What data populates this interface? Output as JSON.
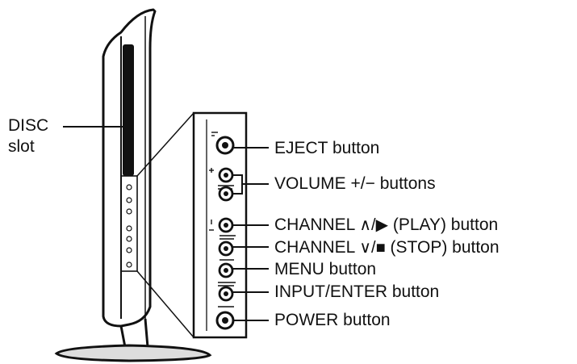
{
  "labels": {
    "disc_slot_line1": "DISC",
    "disc_slot_line2": "slot",
    "eject": "EJECT button",
    "volume": "VOLUME +/− buttons",
    "channel_up_prefix": "CHANNEL ",
    "channel_up_symbol": "∧/▶",
    "channel_up_suffix": " (PLAY) button",
    "channel_down_prefix": "CHANNEL ",
    "channel_down_symbol": "∨/■",
    "channel_down_suffix": " (STOP) button",
    "menu": "MENU button",
    "input_enter": "INPUT/ENTER button",
    "power": "POWER button"
  },
  "colors": {
    "ink": "#111111",
    "background": "#ffffff"
  }
}
